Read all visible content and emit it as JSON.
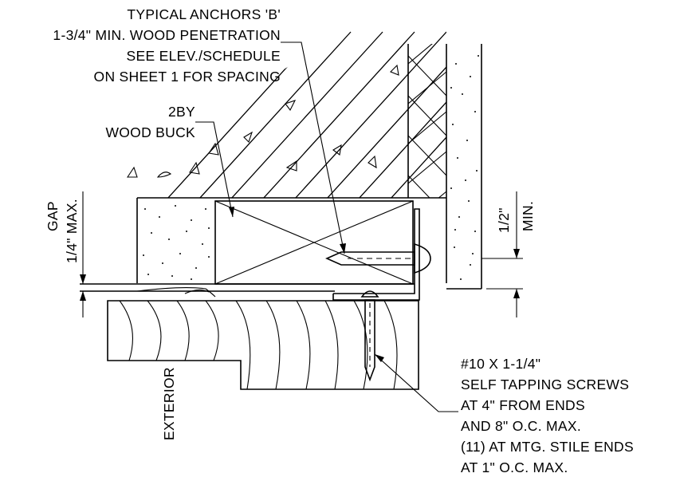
{
  "notes": {
    "anchors": [
      "TYPICAL ANCHORS 'B'",
      "1-3/4\" MIN. WOOD PENETRATION",
      "SEE ELEV./SCHEDULE",
      "ON SHEET 1 FOR SPACING"
    ],
    "buck": [
      "2BY",
      "WOOD BUCK"
    ],
    "gap_dim": [
      "1/4\" MAX.",
      "GAP"
    ],
    "min_dim": [
      "1/2\"",
      "MIN."
    ],
    "exterior": "EXTERIOR",
    "screws": [
      "#10 X 1-1/4\"",
      "SELF TAPPING SCREWS",
      "AT 4\" FROM ENDS",
      "AND 8\" O.C. MAX.",
      "(11) AT MTG. STILE ENDS",
      "AT 1\" O.C. MAX."
    ]
  },
  "colors": {
    "ink": "#000000",
    "paper": "#ffffff"
  }
}
